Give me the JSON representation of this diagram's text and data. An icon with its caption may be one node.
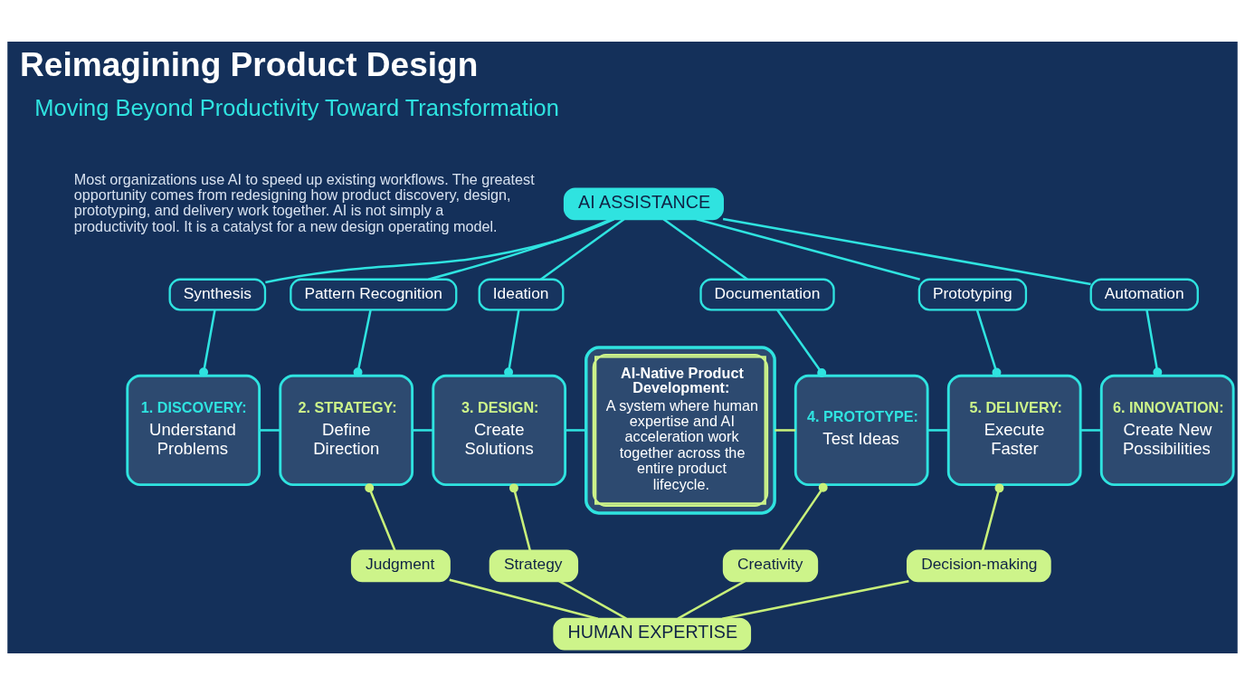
{
  "diagram": {
    "title": "Reimagining Product Design",
    "nodes": [
      {
        "text": [
          "AI ASSISTANCE"
        ]
      },
      {
        "text": [
          "Synthesis"
        ]
      },
      {
        "text": [
          "Pattern Recognition"
        ]
      },
      {
        "text": [
          "Ideation"
        ]
      },
      {
        "text": [
          "Documentation"
        ]
      },
      {
        "text": [
          "Prototyping"
        ]
      },
      {
        "text": [
          "Automation"
        ]
      },
      {
        "text": [
          "1. DISCOVERY:",
          "Understand Problems"
        ]
      },
      {
        "text": [
          "2. STRATEGY:",
          "Define Direction"
        ]
      },
      {
        "text": [
          "3. DESIGN:",
          "Create Solutions"
        ]
      },
      {
        "text": [
          "AI-Native Product Development:",
          "A system where human expertise and AI acceleration work together across the entire product lifecycle."
        ]
      },
      {
        "text": [
          "4. PROTOTYPE:",
          "Test Ideas"
        ]
      },
      {
        "text": [
          "5. DELIVERY:",
          "Execute Faster"
        ]
      },
      {
        "text": [
          "6. INNOVATION:",
          "Create New Possibilities"
        ]
      },
      {
        "text": [
          "Judgment"
        ]
      },
      {
        "text": [
          "Strategy"
        ]
      },
      {
        "text": [
          "Creativity"
        ]
      },
      {
        "text": [
          "Decision-making"
        ]
      },
      {
        "text": [
          "HUMAN EXPERTISE"
        ]
      }
    ],
    "edges": [
      {
        "from": 0,
        "to": 1,
        "arrow": "none"
      },
      {
        "from": 0,
        "to": 2,
        "arrow": "none"
      },
      {
        "from": 0,
        "to": 3,
        "arrow": "none"
      },
      {
        "from": 0,
        "to": 4,
        "arrow": "none"
      },
      {
        "from": 0,
        "to": 5,
        "arrow": "none"
      },
      {
        "from": 0,
        "to": 6,
        "arrow": "none"
      },
      {
        "from": 1,
        "to": 7,
        "arrow": "other"
      },
      {
        "from": 2,
        "to": 8,
        "arrow": "other"
      },
      {
        "from": 3,
        "to": 9,
        "arrow": "other"
      },
      {
        "from": 4,
        "to": 11,
        "arrow": "other"
      },
      {
        "from": 5,
        "to": 12,
        "arrow": "other"
      },
      {
        "from": 6,
        "to": 13,
        "arrow": "other"
      },
      {
        "from": 7,
        "to": 8,
        "arrow": "none"
      },
      {
        "from": 8,
        "to": 9,
        "arrow": "none"
      },
      {
        "from": 9,
        "to": 10,
        "arrow": "none"
      },
      {
        "from": 10,
        "to": 11,
        "arrow": "none",
        "color": "#c8f07a"
      },
      {
        "from": 11,
        "to": 12,
        "arrow": "none"
      },
      {
        "from": 12,
        "to": 13,
        "arrow": "none"
      },
      {
        "from": 8,
        "to": 14,
        "arrow": "other",
        "color": "#c8f07a"
      },
      {
        "from": 9,
        "to": 15,
        "arrow": "other",
        "color": "#c8f07a"
      },
      {
        "from": 11,
        "to": 16,
        "arrow": "other",
        "color": "#c8f07a"
      },
      {
        "from": 12,
        "to": 17,
        "arrow": "other",
        "color": "#c8f07a"
      },
      {
        "from": 14,
        "to": 18,
        "arrow": "none",
        "color": "#c8f07a"
      },
      {
        "from": 15,
        "to": 18,
        "arrow": "none",
        "color": "#c8f07a"
      },
      {
        "from": 16,
        "to": 18,
        "arrow": "none",
        "color": "#c8f07a"
      },
      {
        "from": 17,
        "to": 18,
        "arrow": "none",
        "color": "#c8f07a"
      }
    ],
    "labels": [
      "Moving Beyond Productivity Toward Transformation",
      "Most organizations use AI to speed up existing workflows. The greatest opportunity comes from redesigning how product discovery, design, prototyping, and delivery work together. AI is not simply a productivity tool. It is a catalyst for a new design operating model."
    ]
  }
}
